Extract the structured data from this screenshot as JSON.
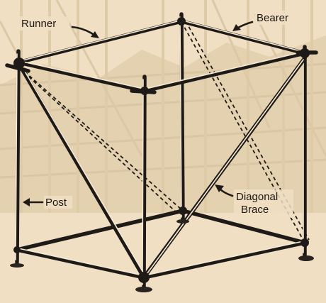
{
  "labels": {
    "runner": "Runner",
    "bearer": "Bearer",
    "post": "Post",
    "diagonal_line1": "Diagonal",
    "diagonal_line2": "Brace"
  },
  "colors": {
    "background": "#f0dfc3",
    "background_shadow": "#d9c29c",
    "ink": "#1e1a17"
  }
}
